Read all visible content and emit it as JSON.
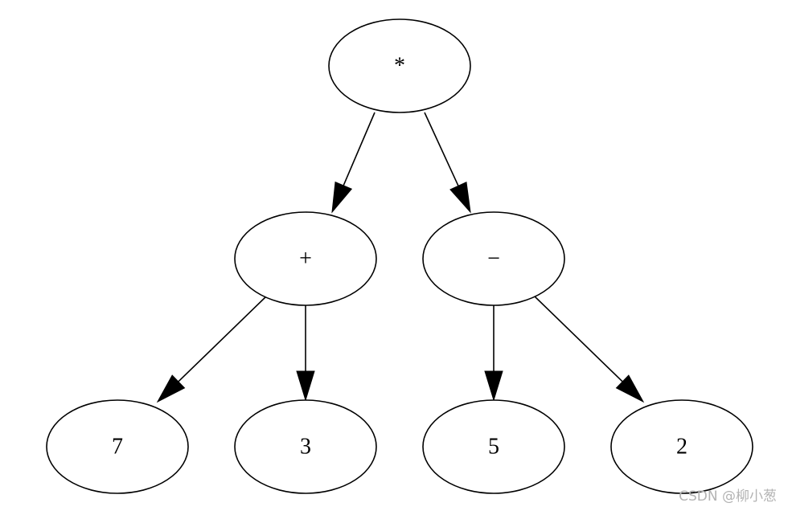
{
  "tree": {
    "nodes": [
      {
        "id": "root",
        "label": "*"
      },
      {
        "id": "plus",
        "label": "+"
      },
      {
        "id": "minus",
        "label": "−"
      },
      {
        "id": "seven",
        "label": "7"
      },
      {
        "id": "three",
        "label": "3"
      },
      {
        "id": "five",
        "label": "5"
      },
      {
        "id": "two",
        "label": "2"
      }
    ],
    "edges": [
      {
        "from": "root",
        "to": "plus"
      },
      {
        "from": "root",
        "to": "minus"
      },
      {
        "from": "plus",
        "to": "seven"
      },
      {
        "from": "plus",
        "to": "three"
      },
      {
        "from": "minus",
        "to": "five"
      },
      {
        "from": "minus",
        "to": "two"
      }
    ]
  },
  "watermark": {
    "text": "CSDN @柳小葱"
  }
}
